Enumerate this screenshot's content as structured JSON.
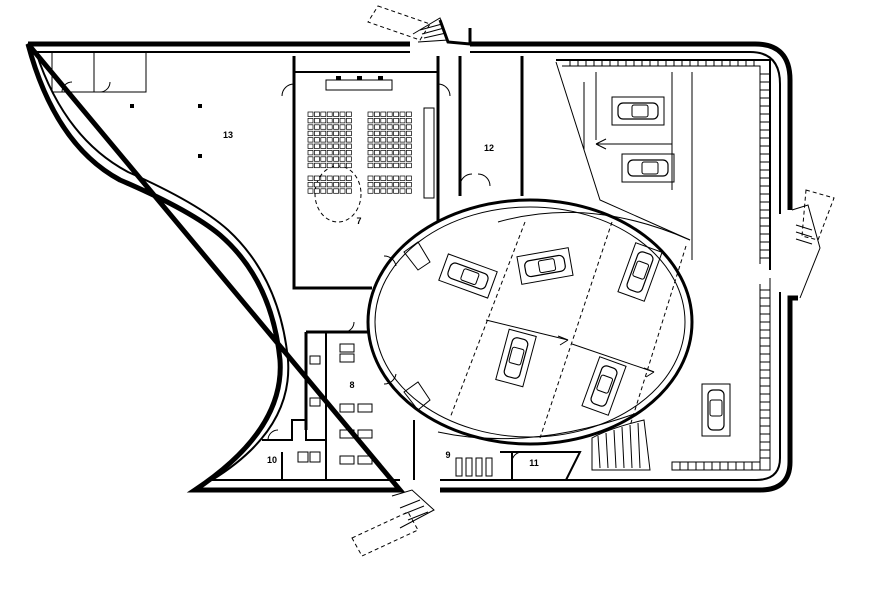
{
  "rooms": [
    {
      "id": "13",
      "label": "13"
    },
    {
      "id": "12",
      "label": "12"
    },
    {
      "id": "7",
      "label": "7"
    },
    {
      "id": "8",
      "label": "8"
    },
    {
      "id": "9",
      "label": "9"
    },
    {
      "id": "10",
      "label": "10"
    },
    {
      "id": "11",
      "label": "11"
    }
  ]
}
